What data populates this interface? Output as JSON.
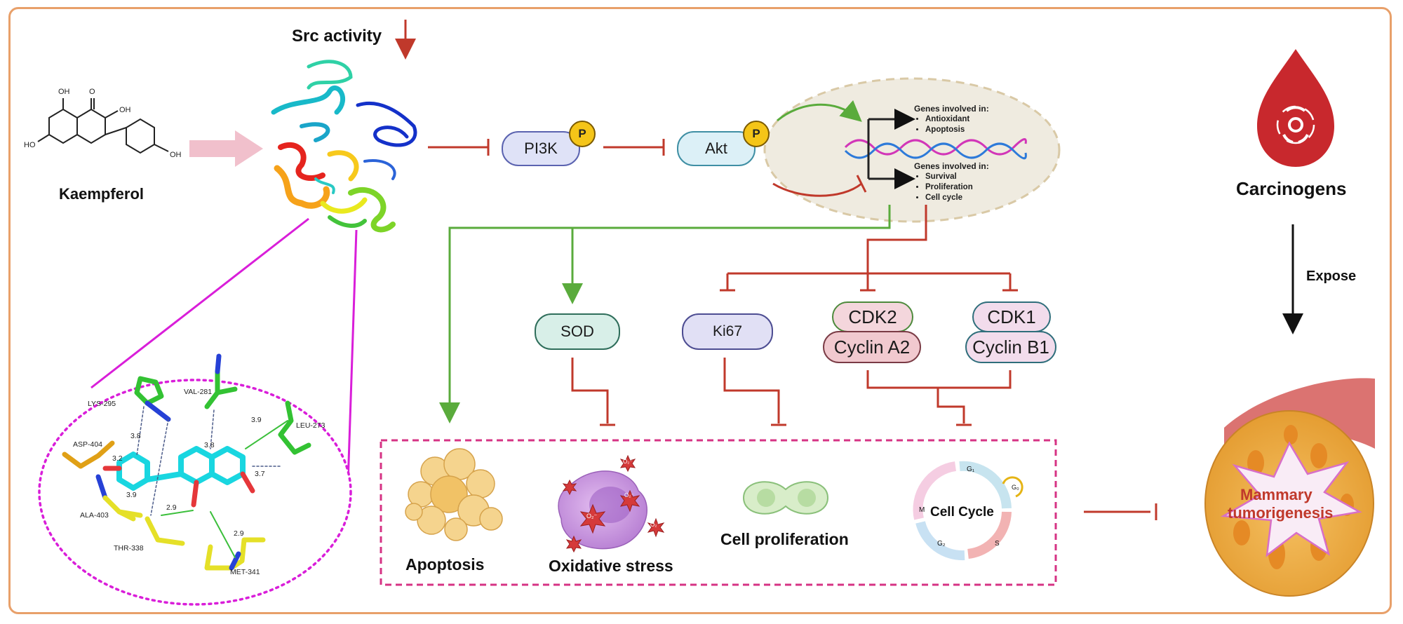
{
  "top": {
    "compound_label": "Kaempferol",
    "src_label": "Src activity",
    "carcinogens_label": "Carcinogens",
    "expose_label": "Expose"
  },
  "molecule": {
    "substituents": [
      "OH",
      "O",
      "OH",
      "OH",
      "OH"
    ]
  },
  "pathway": {
    "pi3k": "PI3K",
    "akt": "Akt",
    "phospho": "P"
  },
  "genes": {
    "upper_title": "Genes involved in:",
    "upper_items": [
      "Antioxidant",
      "Apoptosis"
    ],
    "lower_title": "Genes involved in:",
    "lower_items": [
      "Survival",
      "Proliferation",
      "Cell cycle"
    ]
  },
  "markers": {
    "sod": "SOD",
    "ki67": "Ki67",
    "cdk2": "CDK2",
    "cyclin_a2": "Cyclin A2",
    "cdk1": "CDK1",
    "cyclin_b1": "Cyclin B1"
  },
  "outcomes": {
    "apoptosis": "Apoptosis",
    "oxidative_stress": "Oxidative stress",
    "cell_proliferation": "Cell proliferation",
    "cell_cycle": "Cell Cycle",
    "cycle_phases": [
      "G₁",
      "S",
      "G₂",
      "M",
      "G₀"
    ],
    "ros_label": "O₂⁻"
  },
  "tumor": {
    "label_line1": "Mammary",
    "label_line2": "tumorigenesis"
  },
  "docking": {
    "residues": [
      "LYS-295",
      "VAL-281",
      "LEU-273",
      "ASP-404",
      "ALA-403",
      "THR-338",
      "MET-341"
    ],
    "distances": [
      "3.8",
      "3.2",
      "3.9",
      "3.8",
      "3.9",
      "3.7",
      "2.9",
      "2.9"
    ]
  },
  "colors": {
    "activation_green": "#5aab3c",
    "inhibition_red": "#c0392b",
    "frame_orange": "#e8a06a",
    "dashed_box_magenta": "#d63384",
    "blood_red": "#c8282d",
    "ligand_cyan": "#19d6e0"
  },
  "icons": [
    "biohazard-icon",
    "blood-drop-icon",
    "dna-helix-icon",
    "phospho-icon"
  ]
}
